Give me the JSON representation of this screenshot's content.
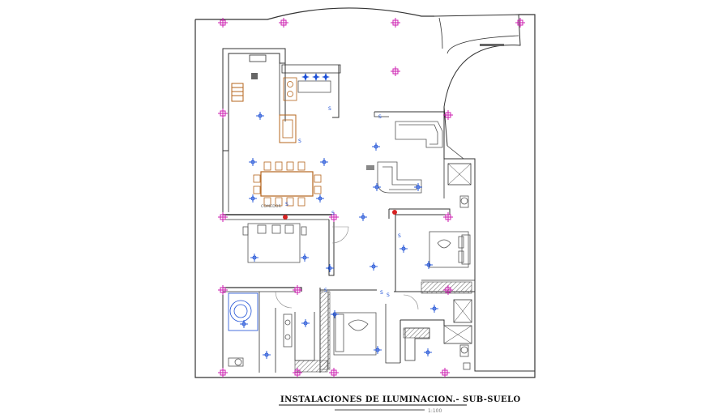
{
  "drawing": {
    "title": "INSTALACIONES  DE ILUMINACION.- SUB-SUELO",
    "scale_text": "1:100",
    "room_label": "COMEDOR",
    "colors": {
      "walls": "#333333",
      "furniture": "#555555",
      "wood_furniture": "#b5651d",
      "light_fixture": "#1c4fd6",
      "outlet_marker": "#cc1fb0",
      "junction_red": "#d62222",
      "hatch": "#777777"
    },
    "symbols": {
      "ceiling_light": "blue-cross-light-icon",
      "outlet": "magenta-square-outlet-icon",
      "switch": "switch-s-icon"
    },
    "switch_label": "S"
  }
}
